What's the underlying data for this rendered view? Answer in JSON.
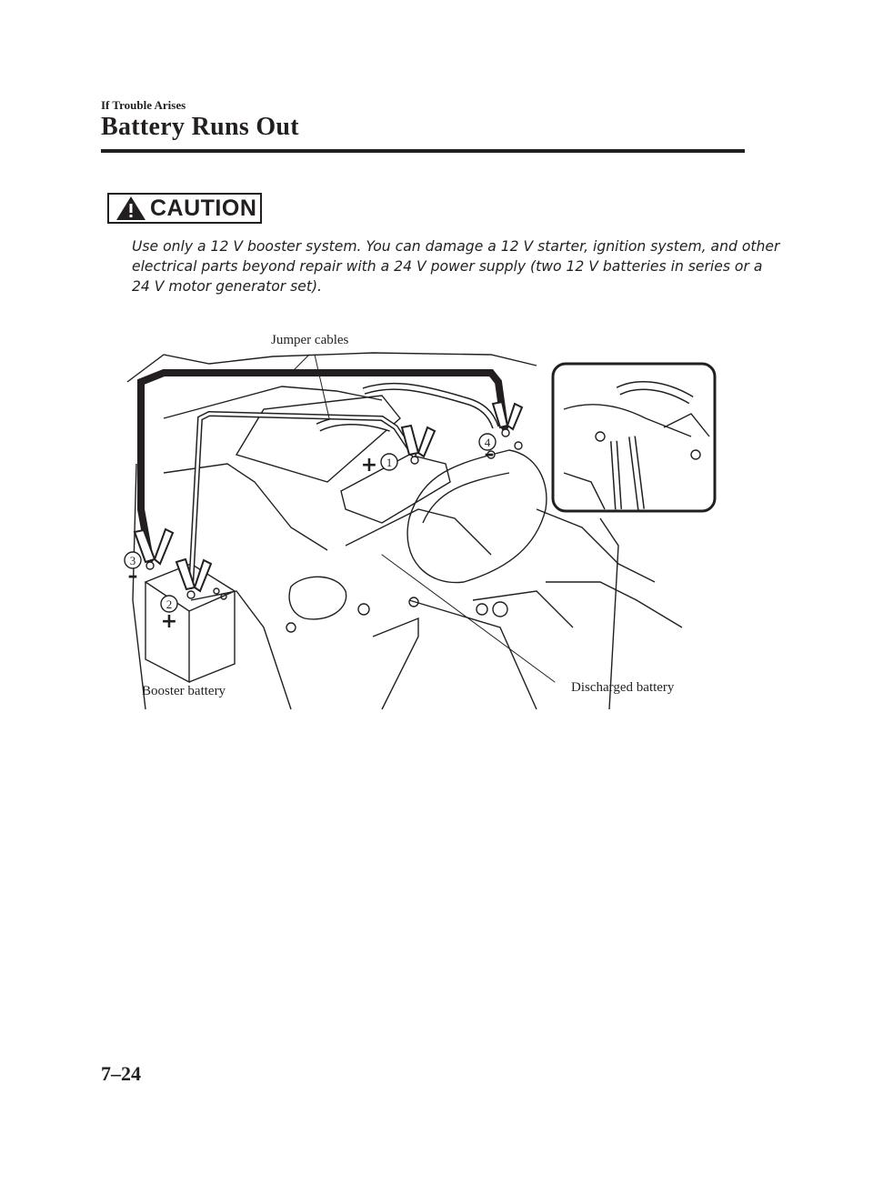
{
  "header": {
    "section": "If Trouble Arises",
    "title": "Battery Runs Out"
  },
  "caution": {
    "heading": "CAUTION",
    "icon": "warning-triangle-icon",
    "lines": [
      "Use only a 12 V booster system. You can damage a 12 V starter, ignition system, and other",
      "electrical parts beyond repair with a 24 V power supply (two 12 V batteries in series or a",
      "24 V motor generator set)."
    ]
  },
  "figure": {
    "labels": {
      "jumper_cables": "Jumper cables",
      "booster_battery": "Booster battery",
      "discharged_battery": "Discharged battery"
    },
    "markers": {
      "m1": "1",
      "m2": "2",
      "m3": "3",
      "m4": "4",
      "plus": "+",
      "minus": "–"
    }
  },
  "footer": {
    "page_number": "7–24"
  }
}
